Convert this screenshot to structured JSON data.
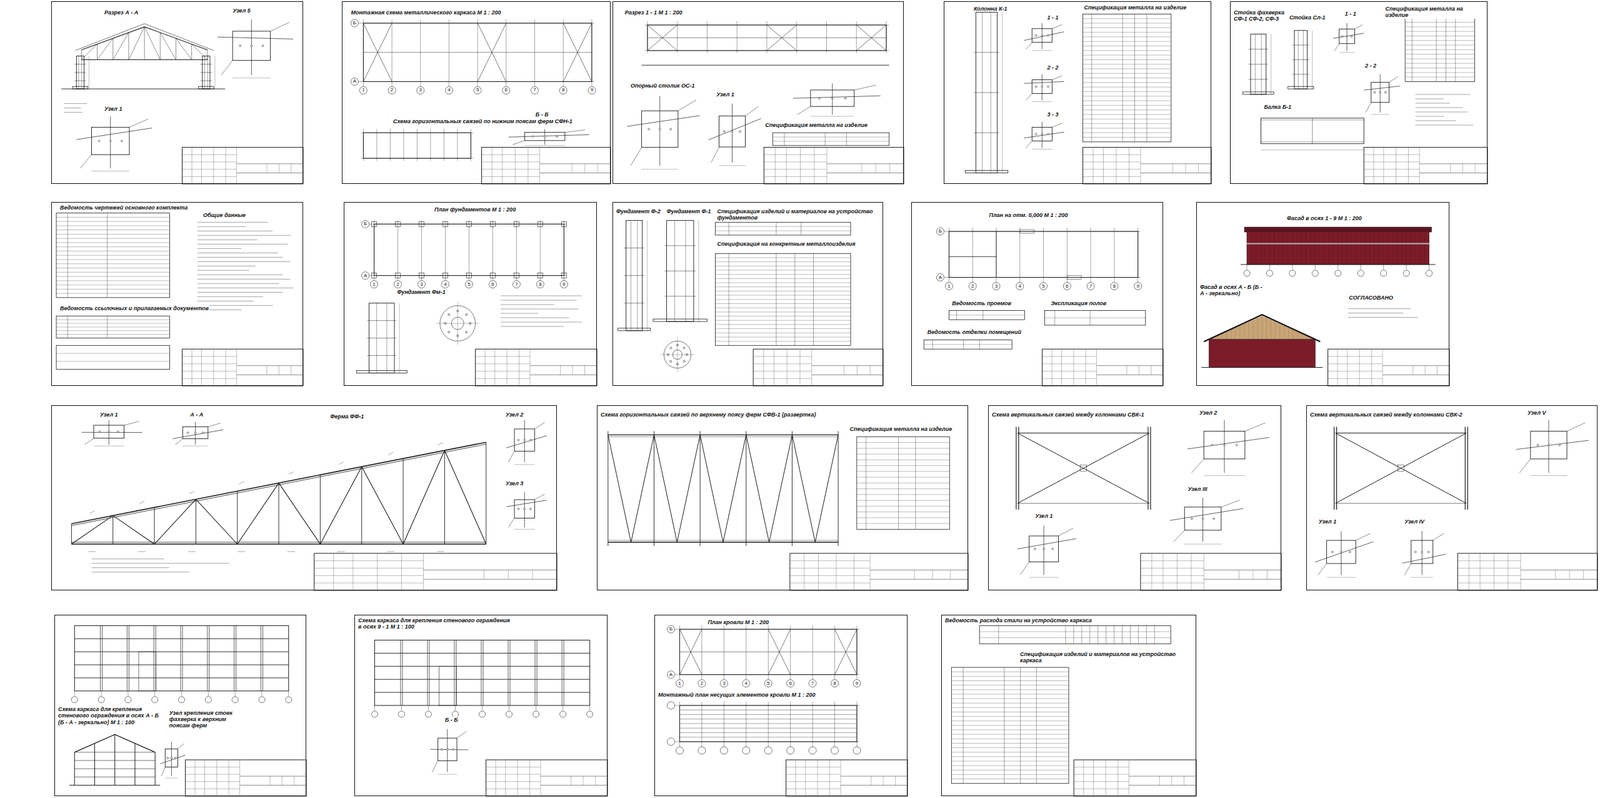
{
  "diagram": {
    "nodes": [
      {
        "text": [
          "Разрез А - А",
          "Узел 5",
          "Узел 1"
        ]
      },
      {
        "text": [
          "Монтажная схема металлического каркаса  М 1 : 200",
          "Б - Б",
          "Схема горизонтальных связей по нижним поясам ферм СФН-1"
        ]
      },
      {
        "text": [
          "Разрез 1 - 1   М 1 : 200",
          "Опорный столик ОС-1",
          "Узел 1",
          "Спецификация металла на изделие"
        ]
      },
      {
        "text": [
          "Колонна К-1",
          "Спецификация металла на изделие",
          "1 - 1",
          "2 - 2",
          "3 - 3"
        ]
      },
      {
        "text": [
          "Стойка фахверка СФ-1 СФ-2, СФ-3",
          "Стойка Сл-1",
          "1 - 1",
          "2 - 2",
          "Спецификация металла на изделие",
          "Балка Б-1"
        ]
      },
      {
        "text": [
          "Ведомость чертежей основного комплекта",
          "Общие данные",
          "Ведомость ссылочных и прилагаемых документов"
        ]
      },
      {
        "text": [
          "План фундаментов   М 1 : 200",
          "Фундамент Фм-1"
        ]
      },
      {
        "text": [
          "Фундамент Ф-2",
          "Фундамент Ф-1",
          "Спецификация изделий и материалов на устройство фундаментов",
          "Спецификация на конкретные металлоизделия"
        ]
      },
      {
        "text": [
          "План на отм. 0,000   М 1 : 200",
          "Ведомость проемов",
          "Экспликация полов",
          "Ведомость отделки помещений"
        ]
      },
      {
        "text": [
          "Фасад в осях 1 - 9   М 1 : 200",
          "Фасад в осях А - Б (Б - А - зеркально)",
          "СОГЛАСОВАНО"
        ]
      },
      {
        "text": [
          "Узел 1",
          "А - А",
          "Ферма ФФ-1",
          "Узел 2",
          "Узел 3"
        ]
      },
      {
        "text": [
          "Схема горизонтальных связей по верхнему поясу ферм СФВ-1 (развертка)",
          "Спецификация металла на изделие"
        ]
      },
      {
        "text": [
          "Схема вертикальных связей между колоннами СВК-1",
          "Узел 2",
          "Узел III",
          "Узел 1"
        ]
      },
      {
        "text": [
          "Схема вертикальных связей между колоннами СВК-2",
          "Узел V",
          "Узел 1",
          "Узел IV"
        ]
      },
      {
        "text": [
          "Схема каркаса для крепления стенового ограждения в осях А - Б (Б - А - зеркально)   М 1 : 100",
          "Узел крепления стоек фахверка к верхним поясам ферм"
        ]
      },
      {
        "text": [
          "Схема каркаса для крепления стенового ограждения в осях 9 - 1   М 1 : 100",
          "Б - Б"
        ]
      },
      {
        "text": [
          "План кровли   М 1 : 200",
          "Монтажный план несущих элементов кровли   М 1 : 200"
        ]
      },
      {
        "text": [
          "Ведомость расхода стали на устройство каркаса",
          "Спецификация изделий и материалов на устройство каркаса"
        ]
      }
    ],
    "labels": [
      "Б",
      "А",
      "1",
      "2",
      "3",
      "4",
      "5",
      "6",
      "7",
      "8",
      "9",
      "Б",
      "А",
      "1",
      "2",
      "3",
      "4",
      "5",
      "6",
      "7",
      "8",
      "9",
      "Б",
      "А",
      "1",
      "2",
      "3",
      "4",
      "5",
      "6",
      "7",
      "8",
      "9",
      "Б",
      "А",
      "1",
      "2",
      "3",
      "4",
      "5",
      "6",
      "7",
      "8",
      "9"
    ]
  }
}
